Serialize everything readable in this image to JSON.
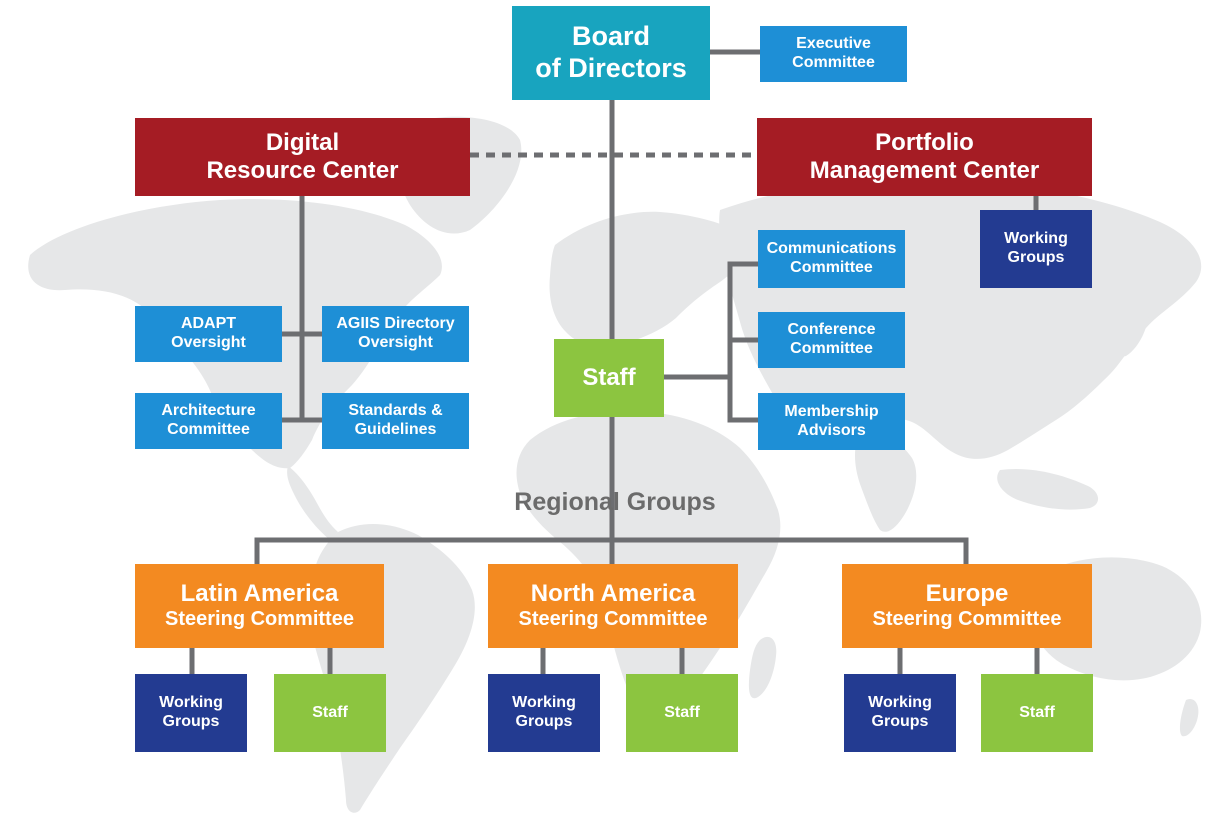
{
  "colors": {
    "board": "#18a4bf",
    "center": "#a51c24",
    "committee": "#1e8fd6",
    "working_groups": "#233b91",
    "staff": "#8cc540",
    "regional": "#f38a21",
    "connector": "#6d6e71",
    "map": "#e6e7e8"
  },
  "board": {
    "title": "Board\nof Directors"
  },
  "executive_committee": {
    "label": "Executive\nCommittee"
  },
  "digital_resource_center": {
    "title": "Digital\nResource Center",
    "children": [
      {
        "label": "ADAPT\nOversight"
      },
      {
        "label": "AGIIS Directory\nOversight"
      },
      {
        "label": "Architecture\nCommittee"
      },
      {
        "label": "Standards &\nGuidelines"
      }
    ]
  },
  "portfolio_management_center": {
    "title": "Portfolio\nManagement Center",
    "working_groups": "Working\nGroups"
  },
  "staff": {
    "title": "Staff",
    "committees": [
      {
        "label": "Communications\nCommittee"
      },
      {
        "label": "Conference\nCommittee"
      },
      {
        "label": "Membership\nAdvisors"
      }
    ]
  },
  "regional_groups": {
    "label": "Regional Groups",
    "regions": [
      {
        "line1": "Latin America",
        "line2": "Steering Committee",
        "working_groups": "Working\nGroups",
        "staff": "Staff"
      },
      {
        "line1": "North America",
        "line2": "Steering Committee",
        "working_groups": "Working\nGroups",
        "staff": "Staff"
      },
      {
        "line1": "Europe",
        "line2": "Steering Committee",
        "working_groups": "Working\nGroups",
        "staff": "Staff"
      }
    ]
  }
}
